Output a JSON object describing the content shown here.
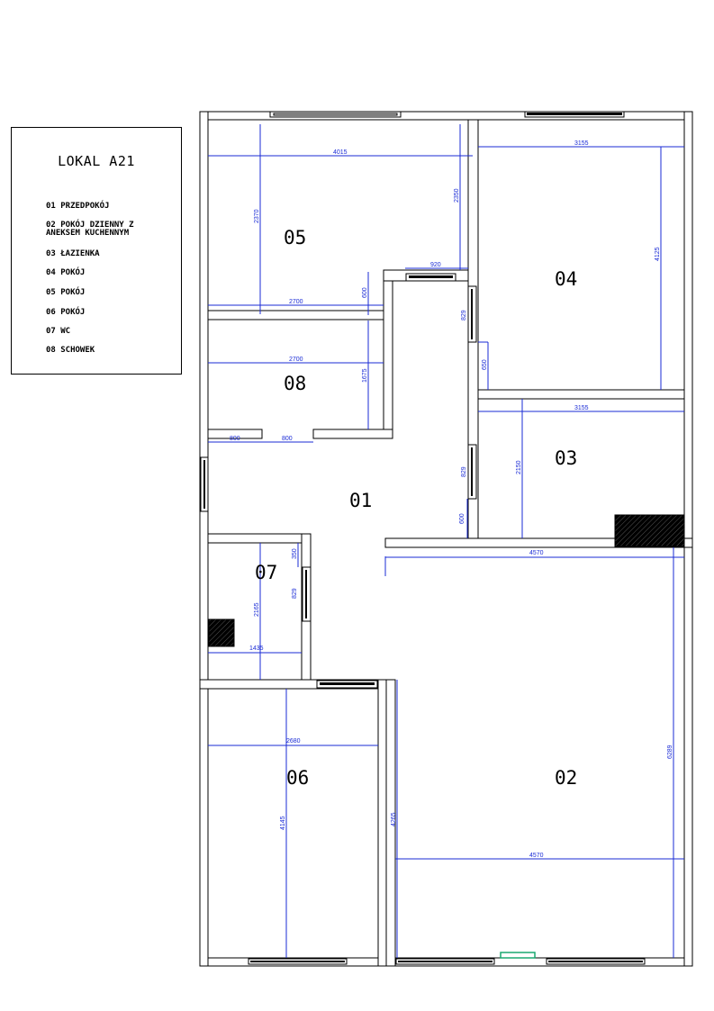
{
  "legend": {
    "title": "LOKAL A21",
    "items": [
      "01 PRZEDPOKÓJ",
      "02 POKÓJ DZIENNY Z\nANEKSEM KUCHENNYM",
      "03 ŁAZIENKA",
      "04 POKÓJ",
      "05 POKÓJ",
      "06 POKÓJ",
      "07 WC",
      "08 SCHOWEK"
    ]
  },
  "rooms": [
    "01",
    "02",
    "03",
    "04",
    "05",
    "06",
    "07",
    "08"
  ],
  "dimensions": {
    "r05_width": "4015",
    "r05_height": "2370",
    "r05_right": "2350",
    "r05_bottom": "2700",
    "r05_small": "600",
    "hall_top": "920",
    "r04_width": "3155",
    "r04_height": "4125",
    "door_829a": "829",
    "r04_low": "650",
    "r08_width": "2700",
    "r08_height": "1675",
    "r08_door_a": "800",
    "r08_door_b": "800",
    "r03_width": "3155",
    "r03_height": "2150",
    "door_829b": "829",
    "r03_low": "600",
    "r02_width_top": "4570",
    "r02_height": "6289",
    "r02_width_bottom": "4570",
    "r02_left": "4265",
    "r07_top": "350",
    "r07_door": "829",
    "r07_height": "2165",
    "r07_width": "1435",
    "r06_width": "2680",
    "r06_height": "4145"
  }
}
